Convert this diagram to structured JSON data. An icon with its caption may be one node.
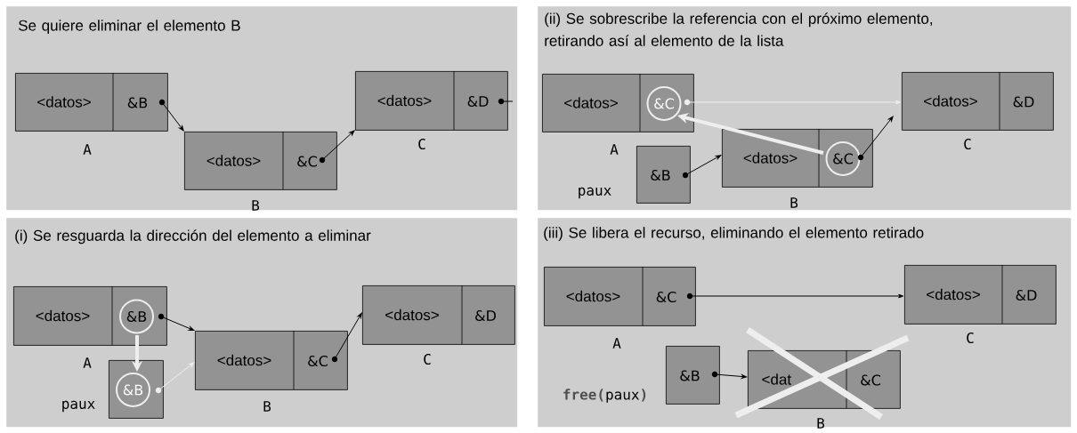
{
  "diagram": {
    "nodes": [
      {
        "text": [
          "Se quiere eliminar el elemento B"
        ]
      },
      {
        "text": [
          "<datos>",
          "&B"
        ],
        "in": 0,
        "beside": [
          "A"
        ]
      },
      {
        "text": [
          "<datos>",
          "&C"
        ],
        "in": 0,
        "beside": [
          "B"
        ]
      },
      {
        "text": [
          "<datos>",
          "&D"
        ],
        "in": 0,
        "beside": [
          "C"
        ]
      },
      {
        "text": [
          "(ii) Se sobrescribe la referencia con el próximo elemento, retirando así al elemento de la lista"
        ]
      },
      {
        "text": [
          "<datos>",
          "&C"
        ],
        "in": 4,
        "beside": [
          "A"
        ]
      },
      {
        "text": [
          "&B"
        ],
        "in": 4,
        "beside": [
          "paux"
        ]
      },
      {
        "text": [
          "<datos>",
          "&C"
        ],
        "in": 4,
        "beside": [
          "B"
        ]
      },
      {
        "text": [
          "<datos>",
          "&D"
        ],
        "in": 4,
        "beside": [
          "C"
        ]
      },
      {
        "text": [
          "(i) Se resguarda la dirección del elemento a eliminar"
        ]
      },
      {
        "text": [
          "<datos>",
          "&B"
        ],
        "in": 9,
        "beside": [
          "A"
        ]
      },
      {
        "text": [
          "&B"
        ],
        "in": 9,
        "beside": [
          "paux"
        ]
      },
      {
        "text": [
          "<datos>",
          "&C"
        ],
        "in": 9,
        "beside": [
          "B"
        ]
      },
      {
        "text": [
          "<datos>",
          "&D"
        ],
        "in": 9,
        "beside": [
          "C"
        ]
      },
      {
        "text": [
          "(iii) Se libera el recurso, eliminando el elemento retirado"
        ]
      },
      {
        "text": [
          "<datos>",
          "&C"
        ],
        "in": 14,
        "beside": [
          "A"
        ]
      },
      {
        "text": [
          "&B"
        ],
        "in": 14,
        "beside": [
          "**free(**paux**)**"
        ]
      },
      {
        "text": [
          "<dat",
          "&C"
        ],
        "in": 14,
        "beside": [
          "B"
        ]
      },
      {
        "text": [
          "<datos>",
          "&D"
        ],
        "in": 14,
        "beside": [
          "C"
        ]
      }
    ],
    "edges": [
      {
        "from": 1,
        "to": 2,
        "arrow": "to"
      },
      {
        "from": 2,
        "to": 3,
        "arrow": "to"
      },
      {
        "from": 3,
        "to": null,
        "arrow": "none"
      },
      {
        "from": 5,
        "to": 8,
        "arrow": "to",
        "color": "#eeeeee"
      },
      {
        "from": 7,
        "to": 5,
        "arrow": "to",
        "style": "thick",
        "color": "#eeeeee"
      },
      {
        "from": 6,
        "to": 7,
        "arrow": "to"
      },
      {
        "from": 7,
        "to": 8,
        "arrow": "to"
      },
      {
        "from": 10,
        "to": 11,
        "arrow": "to",
        "style": "thick",
        "color": "#eeeeee"
      },
      {
        "from": 11,
        "to": 12,
        "arrow": "to",
        "color": "#eeeeee"
      },
      {
        "from": 10,
        "to": 12,
        "arrow": "to"
      },
      {
        "from": 12,
        "to": 13,
        "arrow": "to"
      },
      {
        "from": 15,
        "to": 18,
        "arrow": "to"
      },
      {
        "from": 16,
        "to": 17,
        "arrow": "to"
      }
    ]
  }
}
